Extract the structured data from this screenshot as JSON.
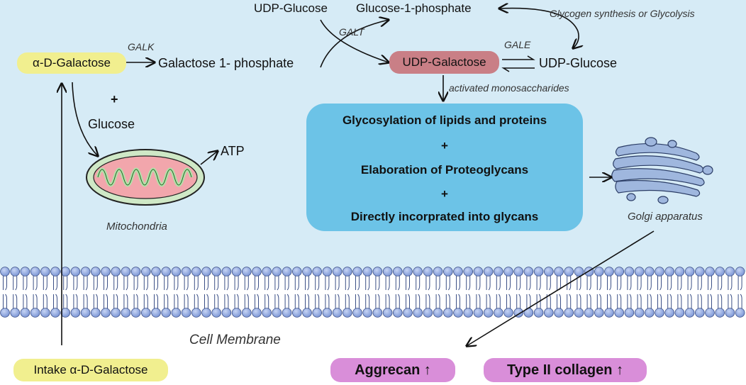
{
  "metabolites": {
    "udp_glucose_top": "UDP-Glucose",
    "glucose_1_phosphate": "Glucose-1-phosphate",
    "alpha_d_galactose": "α-D-Galactose",
    "galactose_1_phosphate": "Galactose 1- phosphate",
    "udp_galactose": "UDP-Galactose",
    "udp_glucose_right": "UDP-Glucose",
    "glucose": "Glucose",
    "plus": "+",
    "atp": "ATP",
    "intake": "Intake α-D-Galactose"
  },
  "enzymes": {
    "galk": "GALK",
    "galt": "GALT",
    "gale": "GALE"
  },
  "annotations": {
    "glycogen": "Glycogen synthesis or Glycolysis",
    "activated": "activated monosaccharides",
    "mitochondria": "Mitochondria",
    "golgi": "Golgi apparatus",
    "membrane": "Cell Membrane"
  },
  "glycosylation_box": {
    "line1": "Glycosylation of lipids and proteins",
    "plus1": "+",
    "line2": "Elaboration of  Proteoglycans",
    "plus2": "+",
    "line3": "Directly incorprated into glycans"
  },
  "outcomes": {
    "aggrecan": "Aggrecan",
    "collagen": "Type II collagen",
    "up_arrow": "↑"
  },
  "colors": {
    "cell_background": "#d6ebf6",
    "galactose_pill": "#f1ef8f",
    "udp_galactose_pill": "#c97f86",
    "glycosylation_box": "#6cc3e7",
    "outcome_pill": "#d98ed9",
    "membrane_head": "#8fa8df"
  }
}
